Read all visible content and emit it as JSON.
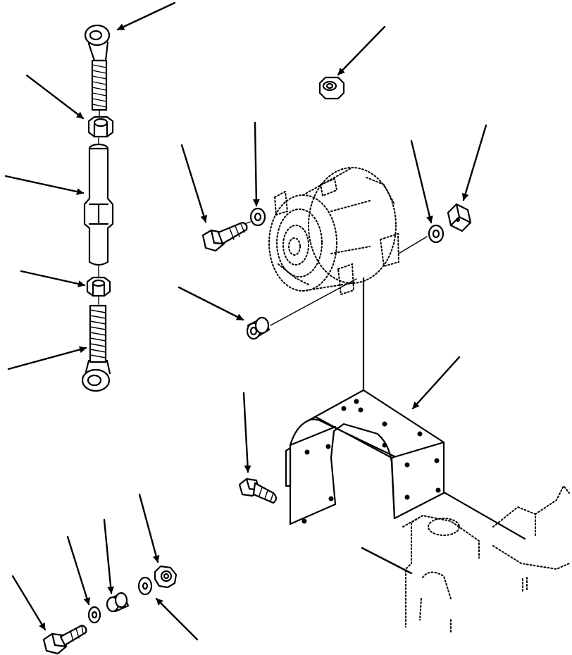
{
  "figure": {
    "parts": [
      {
        "id": "rod-end-upper",
        "icon": "rod-end-icon"
      },
      {
        "id": "jam-nut-upper",
        "icon": "hex-nut-icon"
      },
      {
        "id": "turnbuckle-sleeve",
        "icon": "sleeve-icon"
      },
      {
        "id": "jam-nut-lower",
        "icon": "hex-nut-icon"
      },
      {
        "id": "rod-end-lower",
        "icon": "rod-end-icon"
      },
      {
        "id": "nut-top",
        "icon": "hex-nut-icon"
      },
      {
        "id": "bolt-upper",
        "icon": "bolt-icon"
      },
      {
        "id": "washer-upper-left",
        "icon": "washer-icon"
      },
      {
        "id": "alternator",
        "icon": "alternator-icon"
      },
      {
        "id": "washer-upper-right",
        "icon": "washer-icon"
      },
      {
        "id": "adjust-block",
        "icon": "block-icon"
      },
      {
        "id": "spacer-upper",
        "icon": "spacer-icon"
      },
      {
        "id": "mounting-bracket",
        "icon": "bracket-icon"
      },
      {
        "id": "bolt-bracket",
        "icon": "bolt-icon"
      },
      {
        "id": "engine-block",
        "icon": "engine-outline-icon"
      },
      {
        "id": "bolt-lower",
        "icon": "bolt-icon"
      },
      {
        "id": "washer-lower-1",
        "icon": "washer-icon"
      },
      {
        "id": "spacer-lower",
        "icon": "spacer-icon"
      },
      {
        "id": "washer-lower-2",
        "icon": "washer-icon"
      },
      {
        "id": "nut-lower",
        "icon": "hex-nut-icon"
      }
    ]
  }
}
